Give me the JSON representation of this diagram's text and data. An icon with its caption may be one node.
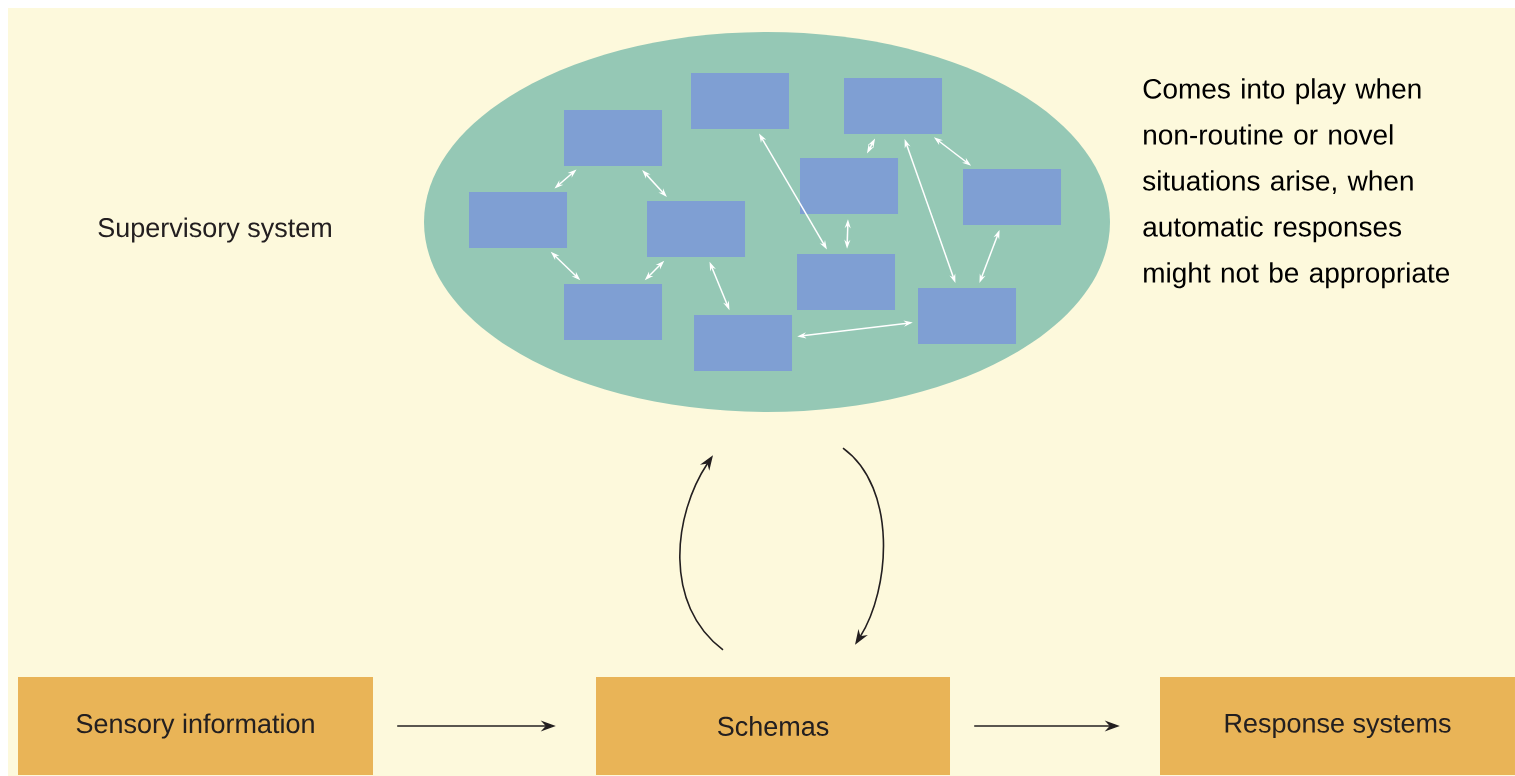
{
  "diagram": {
    "nodes": [
      {
        "text": [],
        "shape": "ellipse",
        "beside": [
          "Supervisory system"
        ]
      },
      {
        "text": [],
        "shape": "box",
        "in": 0
      },
      {
        "text": [],
        "shape": "box",
        "in": 0
      },
      {
        "text": [],
        "shape": "box",
        "in": 0
      },
      {
        "text": [],
        "shape": "box",
        "in": 0
      },
      {
        "text": [],
        "shape": "box",
        "in": 0
      },
      {
        "text": [],
        "shape": "box",
        "in": 0
      },
      {
        "text": [],
        "shape": "box",
        "in": 0
      },
      {
        "text": [],
        "shape": "box",
        "in": 0
      },
      {
        "text": [],
        "shape": "box",
        "in": 0
      },
      {
        "text": [],
        "shape": "box",
        "in": 0
      },
      {
        "text": [],
        "shape": "box",
        "in": 0
      },
      {
        "text": [
          "Sensory information"
        ]
      },
      {
        "text": [
          "Schemas"
        ]
      },
      {
        "text": [
          "Response systems"
        ]
      }
    ],
    "edges": [
      {
        "from": 1,
        "to": 4,
        "arrow": "both"
      },
      {
        "from": 1,
        "to": 5,
        "arrow": "both"
      },
      {
        "from": 4,
        "to": 8,
        "arrow": "both"
      },
      {
        "from": 5,
        "to": 8,
        "arrow": "both"
      },
      {
        "from": 5,
        "to": 10,
        "arrow": "both"
      },
      {
        "from": 2,
        "to": 9,
        "arrow": "both"
      },
      {
        "from": 3,
        "to": 6,
        "arrow": "both"
      },
      {
        "from": 6,
        "to": 9,
        "arrow": "both"
      },
      {
        "from": 3,
        "to": 11,
        "arrow": "both"
      },
      {
        "from": 3,
        "to": 7,
        "arrow": "both"
      },
      {
        "from": 7,
        "to": 11,
        "arrow": "both"
      },
      {
        "from": 10,
        "to": 11,
        "arrow": "both"
      },
      {
        "from": 12,
        "to": 13,
        "arrow": "to",
        "color": "#231f20"
      },
      {
        "from": 13,
        "to": 14,
        "arrow": "to",
        "color": "#231f20"
      },
      {
        "from": 13,
        "to": 0,
        "arrow": "to",
        "color": "#231f20"
      },
      {
        "from": 0,
        "to": 13,
        "arrow": "to",
        "color": "#231f20"
      }
    ],
    "labels": [
      "Comes into play when non-routine or novel situations arise, when automatic responses might not be appropriate"
    ]
  }
}
